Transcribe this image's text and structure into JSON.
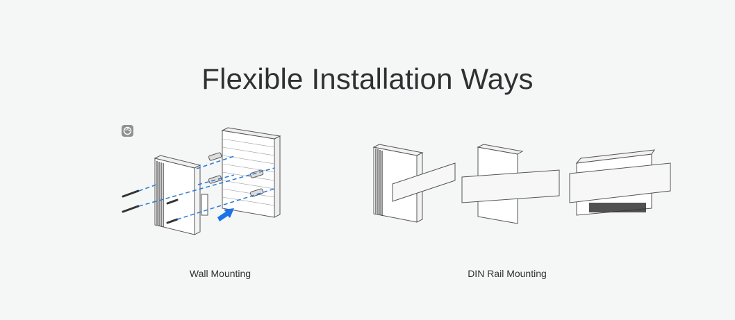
{
  "section": {
    "title": "Flexible Installation Ways"
  },
  "methods": [
    {
      "label": "Wall Mounting",
      "icon": "wall-mount-illustration"
    },
    {
      "label": "DIN Rail Mounting",
      "icon": "din-rail-mount-illustration"
    }
  ],
  "badge": {
    "icon": "palette-icon"
  },
  "colors": {
    "background": "#f5f6f6",
    "text": "#2e3132",
    "accent_blue": "#1a73e8",
    "line_gray": "#6a6d6e"
  }
}
